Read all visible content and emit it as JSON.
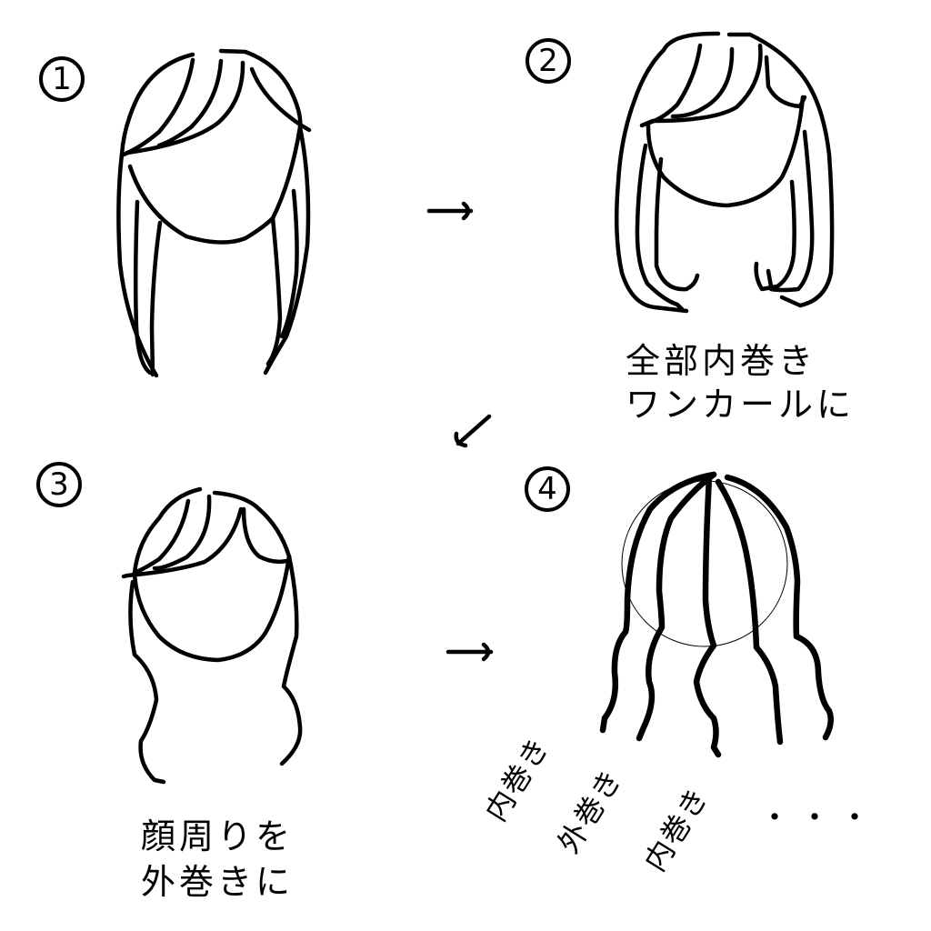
{
  "steps": [
    {
      "number": "1",
      "caption_lines": []
    },
    {
      "number": "2",
      "caption_lines": [
        "全部内巻き",
        "ワンカールに"
      ]
    },
    {
      "number": "3",
      "caption_lines": [
        "顔周りを",
        "外巻きに"
      ]
    },
    {
      "number": "4",
      "caption_lines": [],
      "strand_labels": [
        "内巻き",
        "外巻き",
        "内巻き"
      ],
      "ellipsis": "・・・"
    }
  ],
  "arrows": [
    {
      "from": "1",
      "to": "2",
      "direction": "right-arrow"
    },
    {
      "from": "2",
      "to": "3",
      "direction": "down-left-arrow"
    },
    {
      "from": "3",
      "to": "4",
      "direction": "right-arrow"
    }
  ],
  "colors": {
    "ink": "#000000",
    "background": "#ffffff"
  }
}
